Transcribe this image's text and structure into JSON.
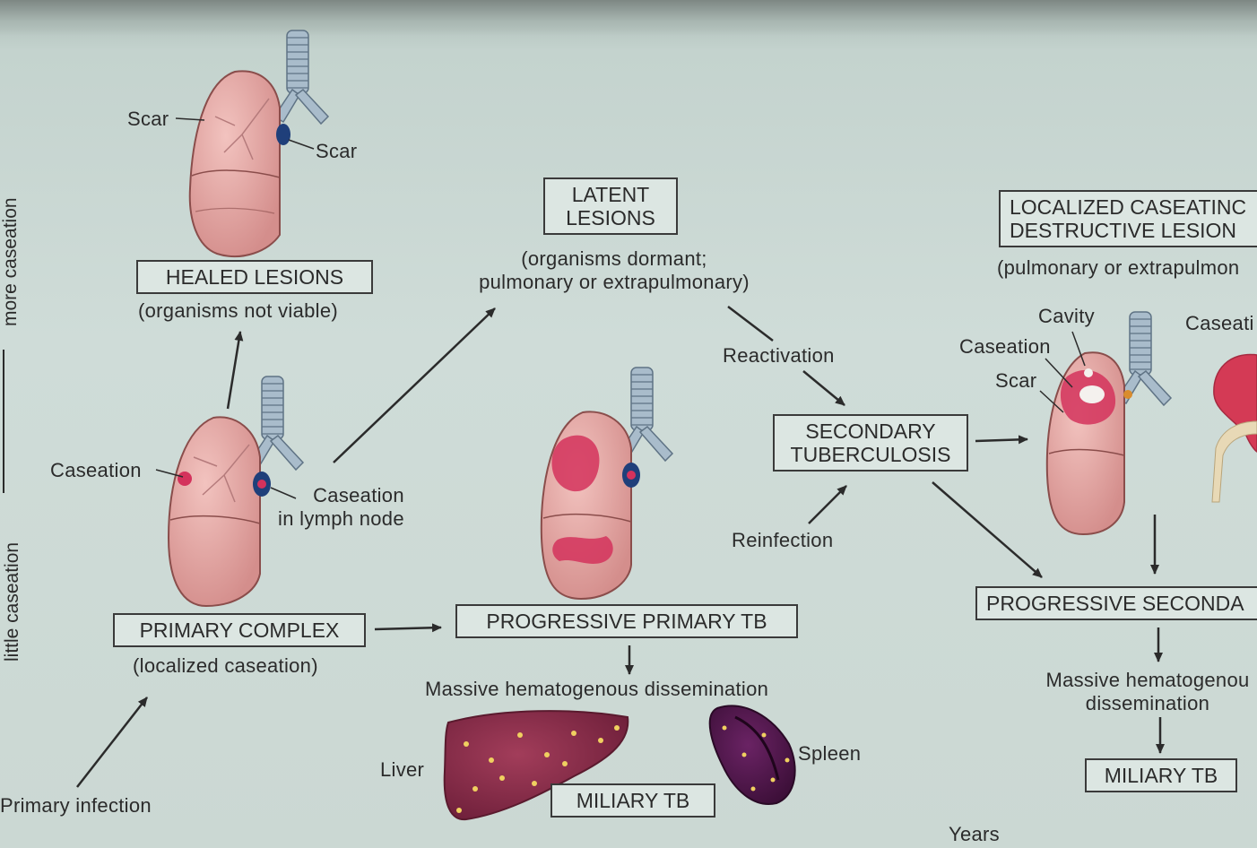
{
  "diagram": {
    "labels": {
      "scar_left": "Scar",
      "scar_right": "Scar",
      "healed_sub": "(organisms not viable)",
      "latent_sub": "(organisms dormant;\npulmonary or extrapulmonary)",
      "localized_sub": "(pulmonary or extrapulmon",
      "cavity": "Cavity",
      "caseation_right": "Caseation",
      "caseati_kidney": "Caseati",
      "scar_secondary": "Scar",
      "reactivation": "Reactivation",
      "reinfection": "Reinfection",
      "caseation_primary": "Caseation",
      "caseation_node": "Caseation\nin lymph node",
      "primary_sub": "(localized caseation)",
      "massive_primary": "Massive hematogenous dissemination",
      "massive_secondary": "Massive hematogenou\ndissemination",
      "liver": "Liver",
      "spleen": "Spleen",
      "primary_infection": "Primary infection",
      "years": "Years",
      "axis_more": "more caseation",
      "axis_little": "little caseation"
    },
    "boxes": {
      "healed": "HEALED LESIONS",
      "latent": "LATENT\nLESIONS",
      "localized": "LOCALIZED CASEATINC\nDESTRUCTIVE LESION",
      "secondary": "SECONDARY\nTUBERCULOSIS",
      "primary": "PRIMARY COMPLEX",
      "progressive_primary": "PROGRESSIVE PRIMARY TB",
      "progressive_secondary": "PROGRESSIVE SECONDA",
      "miliary_primary": "MILIARY TB",
      "miliary_secondary": "MILIARY TB"
    },
    "colors": {
      "lung": "#e6a6a3",
      "lung_edge": "#8a4d4b",
      "lesion": "#d4325c",
      "trachea": "#9fb3c4",
      "node": "#1f3f7a",
      "liver": "#8e2f4c",
      "spleen": "#4a1447",
      "kidney": "#d43a55",
      "ink": "#2b2b2b"
    },
    "icons": [
      "lung-healed-icon",
      "lung-primary-icon",
      "lung-progressive-icon",
      "lung-secondary-icon",
      "kidney-icon",
      "liver-icon",
      "spleen-icon"
    ]
  }
}
